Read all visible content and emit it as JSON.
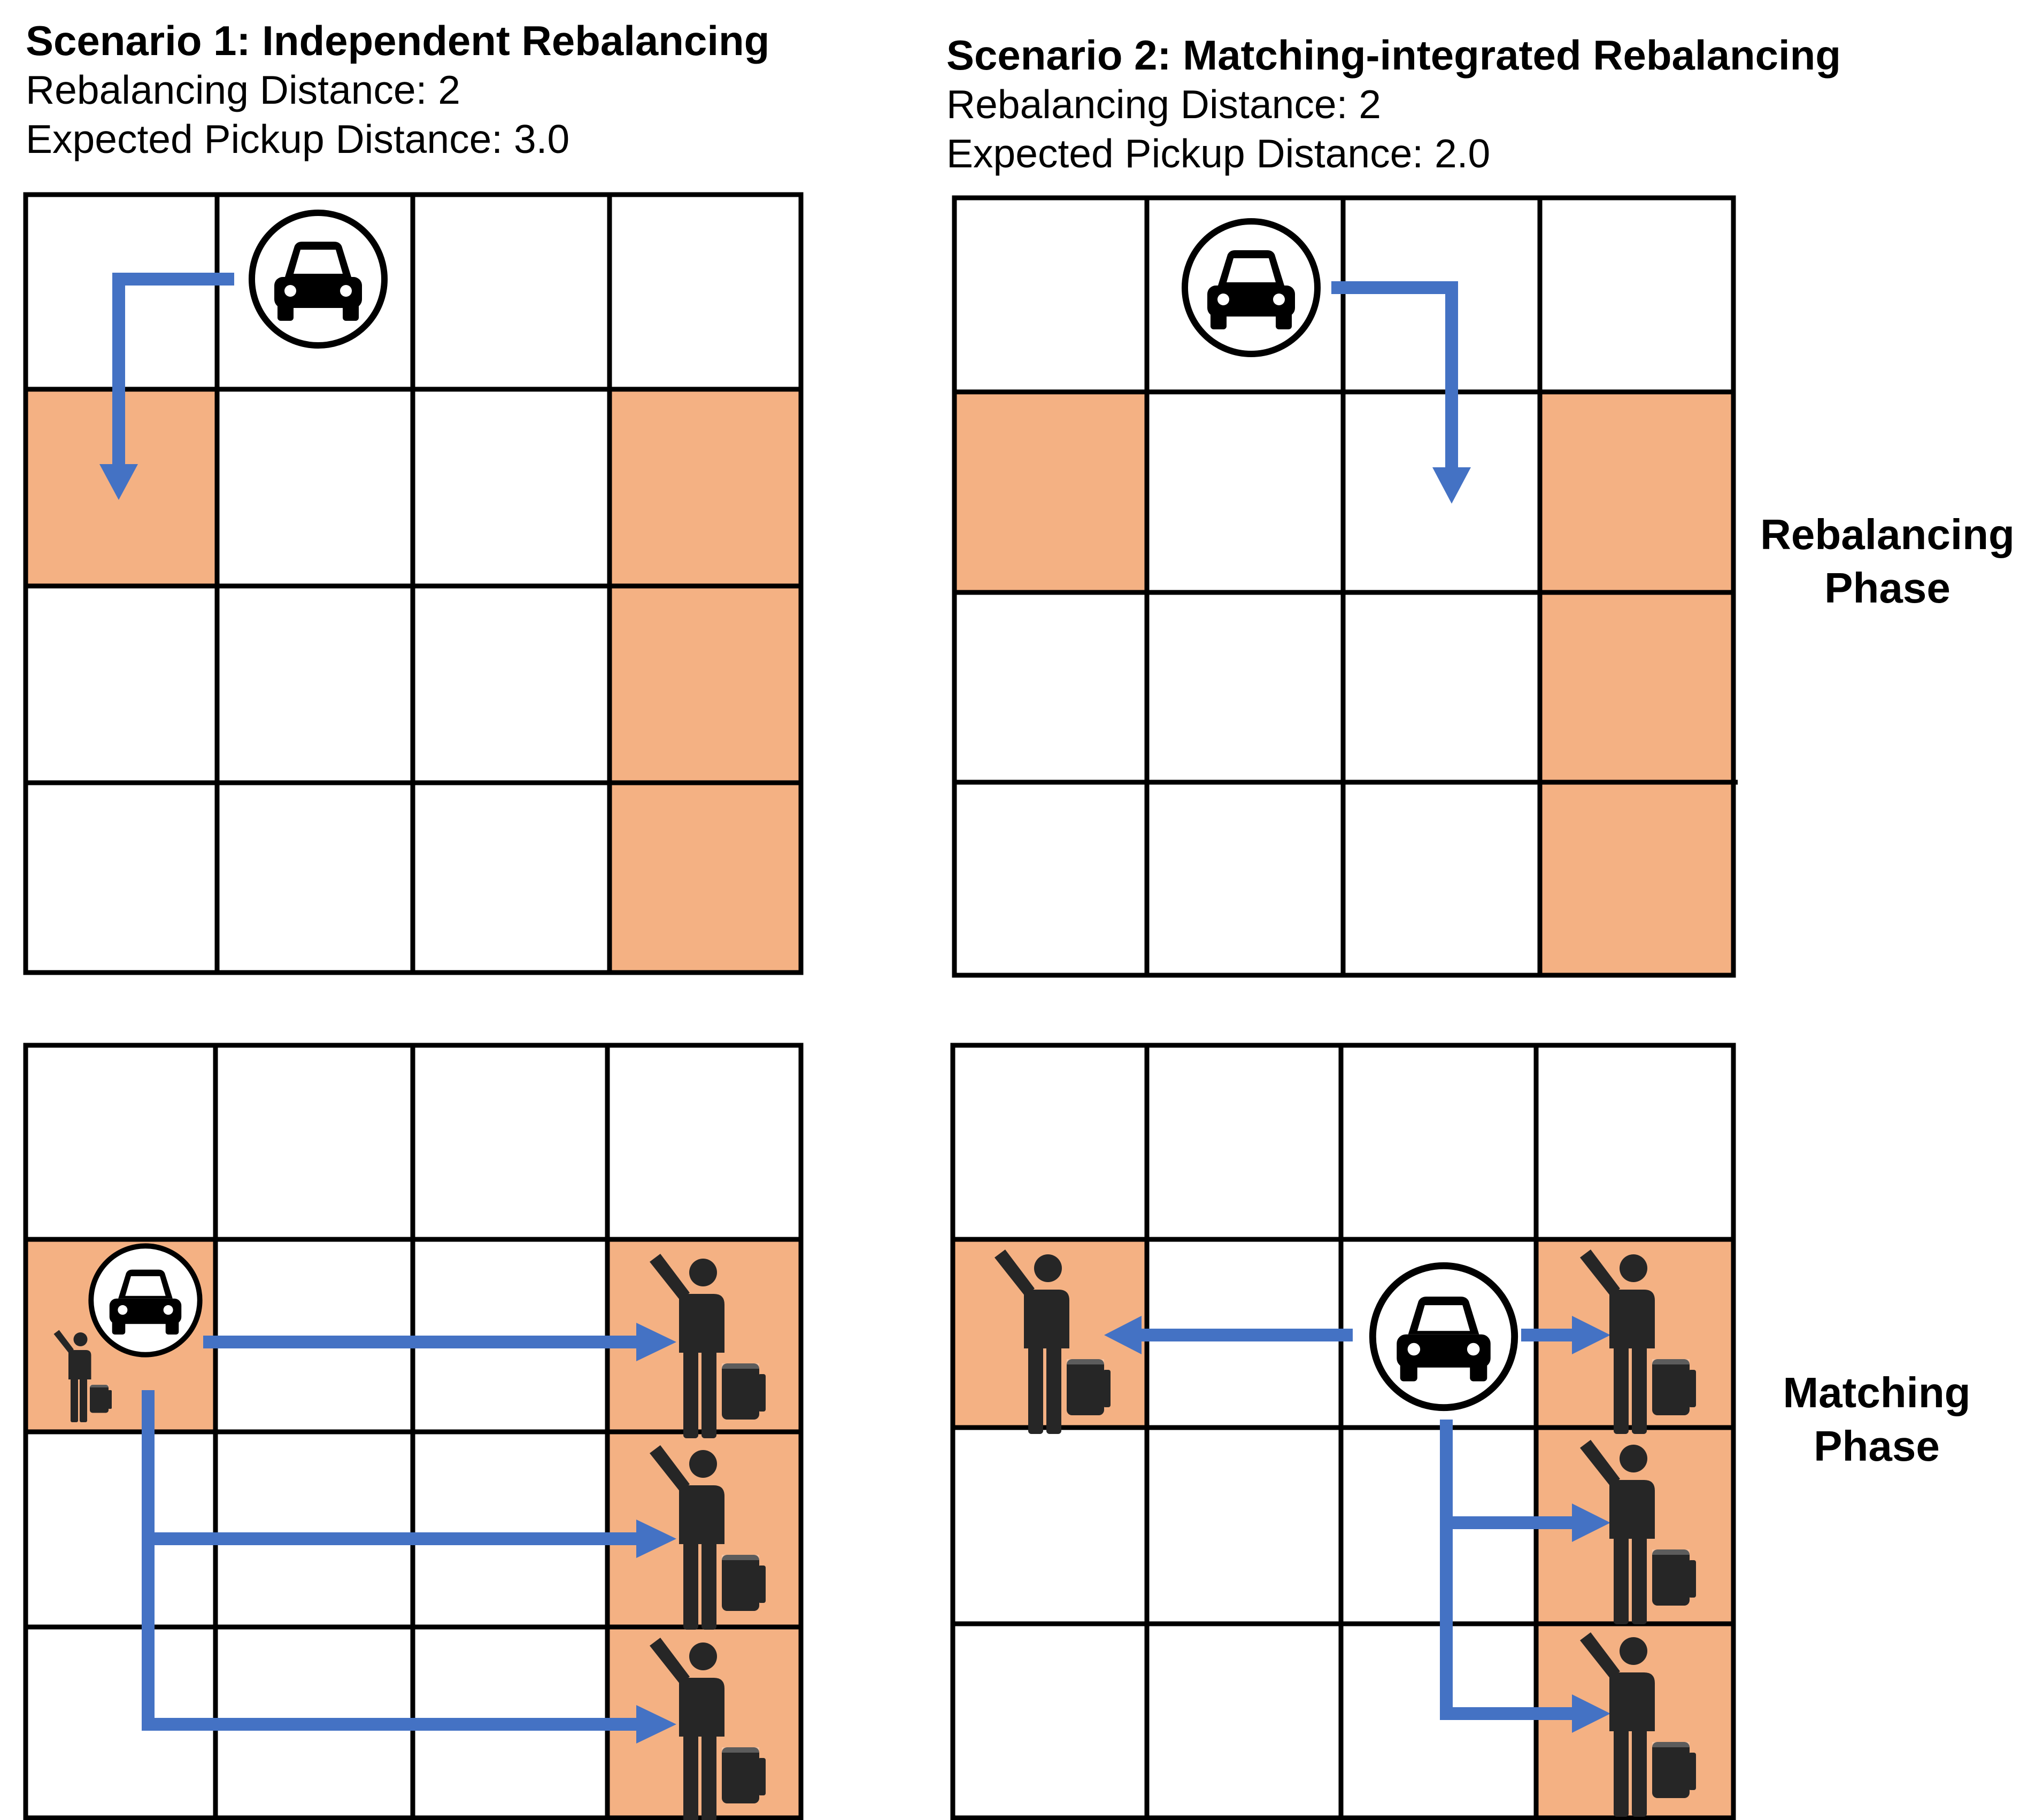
{
  "scenario1": {
    "title": "Scenario 1: Independent Rebalancing",
    "rebalancing_distance": "Rebalancing Distance: 2",
    "expected_pickup": "Expected Pickup Distance: 3.0"
  },
  "scenario2": {
    "title": "Scenario 2: Matching-integrated Rebalancing",
    "rebalancing_distance": "Rebalancing Distance: 2",
    "expected_pickup": "Expected Pickup Distance: 2.0"
  },
  "phases": {
    "rebalancing": [
      "Rebalancing",
      "Phase"
    ],
    "matching": [
      "Matching",
      "Phase"
    ]
  },
  "colors": {
    "highlight_cell": "#F4B183",
    "arrow": "#4472C4",
    "grid_line": "#000000",
    "icon": "#000000",
    "passenger_icon": "#262626"
  },
  "icons": [
    "car-icon",
    "passenger-icon",
    "arrow"
  ]
}
